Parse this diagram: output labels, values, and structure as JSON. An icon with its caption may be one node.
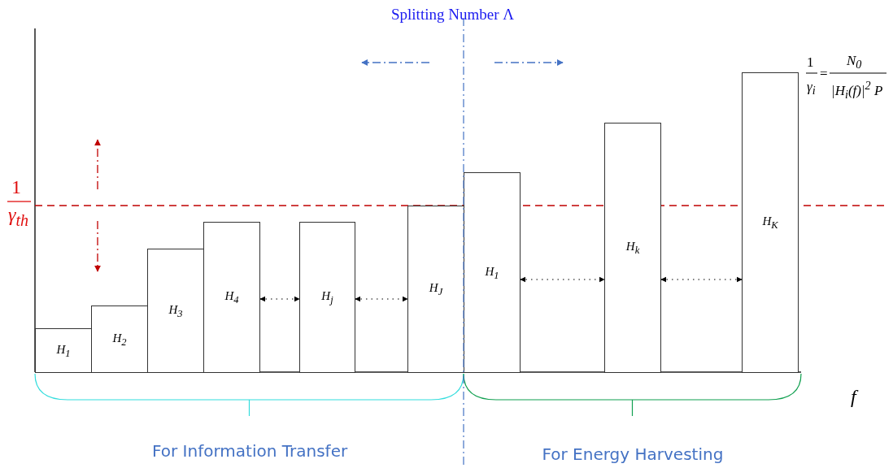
{
  "diagram": {
    "nodes": [
      {
        "text": [
          "H$_{1}$"
        ]
      },
      {
        "text": [
          "H$_{2}$"
        ]
      },
      {
        "text": [
          "H$_{3}$"
        ]
      },
      {
        "text": [
          "H$_{4}$"
        ]
      },
      {
        "text": [
          "H$_{j}$"
        ]
      },
      {
        "text": [
          "H$_{J}$"
        ]
      },
      {
        "text": [
          "H$_{1}$"
        ]
      },
      {
        "text": [
          "H$_{k}$"
        ]
      },
      {
        "text": [
          "H$_{K}$"
        ]
      }
    ],
    "edges": [
      {
        "from": 3,
        "to": 4,
        "arrow": "both",
        "style": "dashed"
      },
      {
        "from": 4,
        "to": 5,
        "arrow": "both",
        "style": "dashed"
      },
      {
        "from": 6,
        "to": 7,
        "arrow": "both",
        "style": "dashed"
      },
      {
        "from": 7,
        "to": 8,
        "arrow": "both",
        "style": "dashed"
      }
    ],
    "labels": [
      "Splitting Number Λ",
      "1",
      "γ$_{i}$",
      "=",
      "N$_{0}$",
      "|H$_{i}$(f)|$^{2}$ P",
      "1",
      "γ$_{th}$",
      "f",
      "For Information Transfer",
      "For Energy Harvesting"
    ]
  }
}
